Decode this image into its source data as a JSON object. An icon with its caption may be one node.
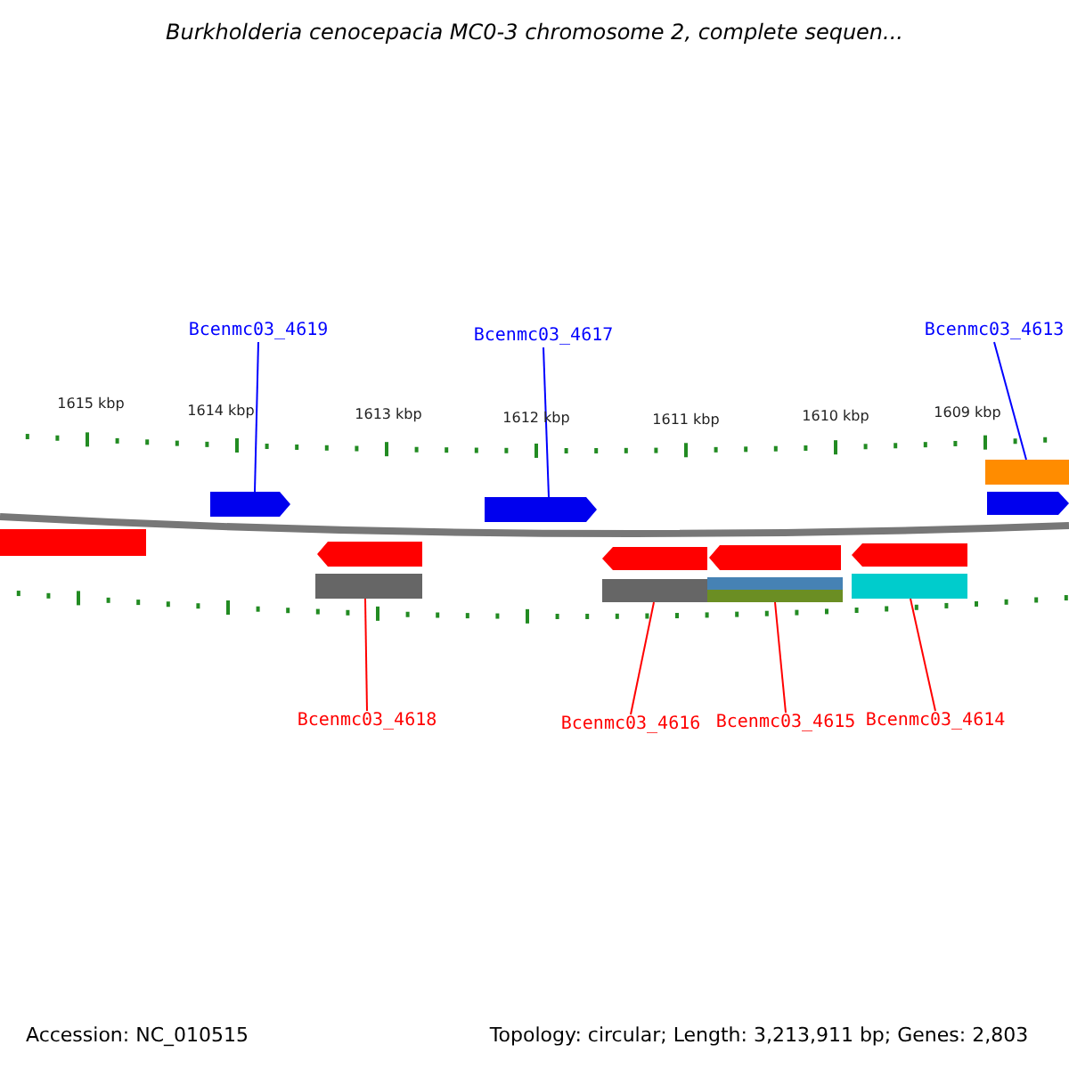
{
  "diagram": {
    "title": "Burkholderia cenocepacia MC0-3 chromosome 2, complete sequen...",
    "nodes": [
      {
        "text": [
          "Bcenmc03_4619"
        ]
      },
      {
        "text": [
          "Bcenmc03_4617"
        ]
      },
      {
        "text": [
          "Bcenmc03_4613"
        ]
      },
      {
        "text": [
          "Bcenmc03_4618"
        ]
      },
      {
        "text": [
          "Bcenmc03_4616"
        ]
      },
      {
        "text": [
          "Bcenmc03_4615"
        ]
      },
      {
        "text": [
          "Bcenmc03_4614"
        ]
      },
      {
        "text": [],
        "shape": "arrow"
      },
      {
        "text": [],
        "shape": "arrow"
      },
      {
        "text": [],
        "shape": "bar"
      },
      {
        "text": [],
        "shape": "bar"
      },
      {
        "text": [],
        "shape": "bar"
      },
      {
        "text": [],
        "shape": "bar"
      },
      {
        "text": [],
        "shape": "bar"
      }
    ],
    "edges": [
      {
        "from": 0,
        "to": 7,
        "arrow": "none",
        "color": "#0000ff"
      },
      {
        "from": 1,
        "to": 8,
        "arrow": "none",
        "color": "#0000ff"
      },
      {
        "from": 2,
        "to": 9,
        "arrow": "none",
        "color": "#0000ff"
      },
      {
        "from": 3,
        "to": 10,
        "arrow": "none",
        "color": "#ff0000"
      },
      {
        "from": 4,
        "to": 11,
        "arrow": "none",
        "color": "#ff0000"
      },
      {
        "from": 5,
        "to": 12,
        "arrow": "none",
        "color": "#ff0000"
      },
      {
        "from": 6,
        "to": 13,
        "arrow": "none",
        "color": "#ff0000"
      }
    ],
    "labels": [
      "1615 kbp",
      "1614 kbp",
      "1613 kbp",
      "1612 kbp",
      "1611 kbp",
      "1610 kbp",
      "1609 kbp",
      "Accession: NC_010515",
      "Topology: circular; Length: 3,213,911 bp; Genes: 2,803"
    ]
  }
}
